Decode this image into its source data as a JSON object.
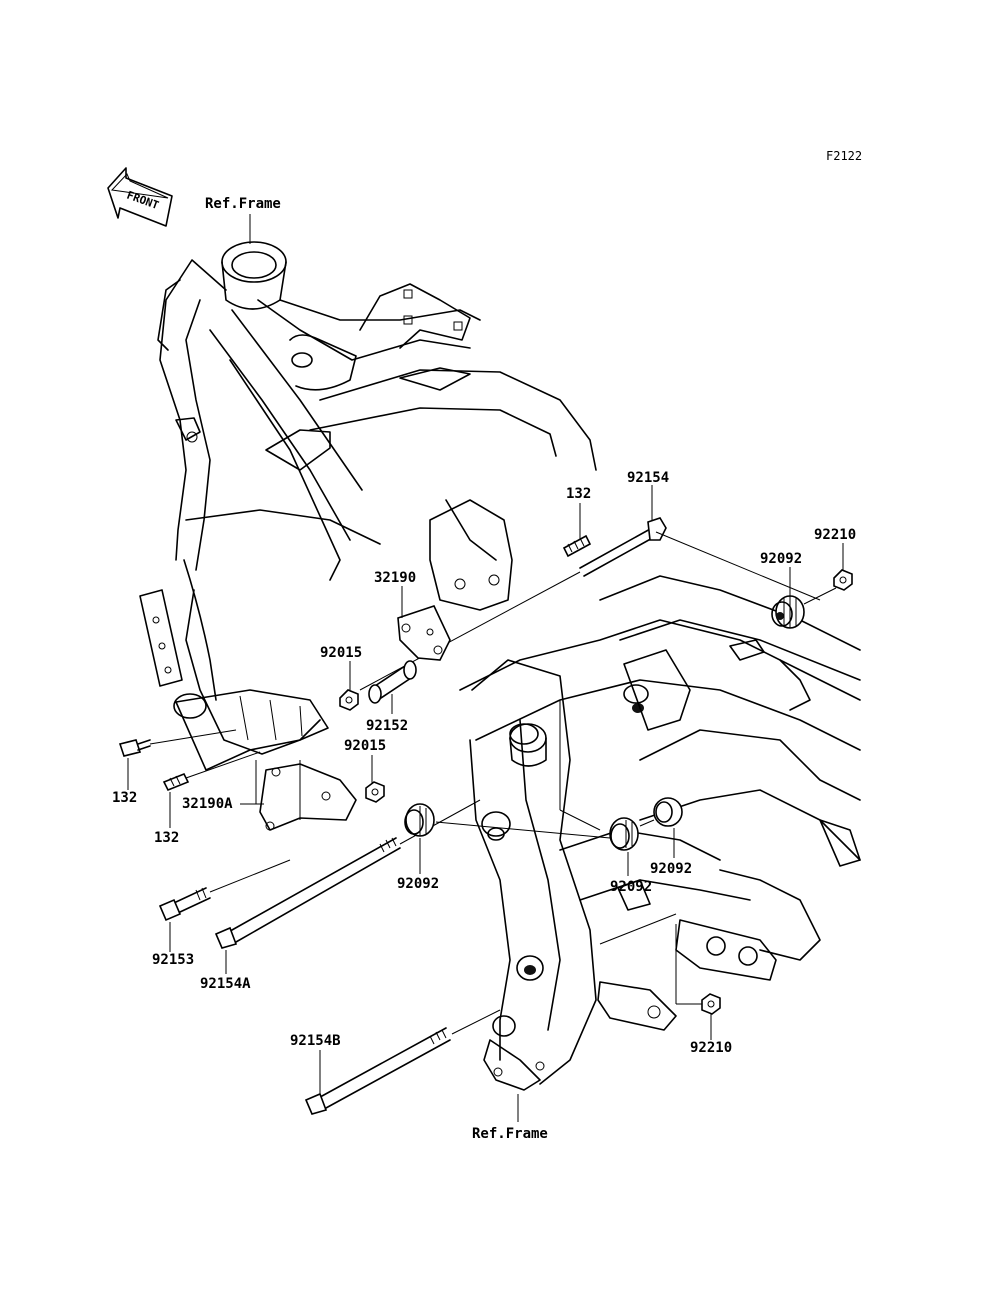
{
  "figure_code": "F2122",
  "front_arrow": "FRONT",
  "labels": {
    "ref_frame_top": "Ref.Frame",
    "ref_frame_bottom": "Ref.Frame",
    "p132_a": "132",
    "p132_b": "132",
    "p132_c": "132",
    "p92154": "92154",
    "p92154A": "92154A",
    "p92154B": "92154B",
    "p92153": "92153",
    "p92210_a": "92210",
    "p92210_b": "92210",
    "p92092_a": "92092",
    "p92092_b": "92092",
    "p92092_c": "92092",
    "p92092_d": "92092",
    "p32190": "32190",
    "p32190A": "32190A",
    "p92015_a": "92015",
    "p92015_b": "92015",
    "p92152": "92152"
  }
}
